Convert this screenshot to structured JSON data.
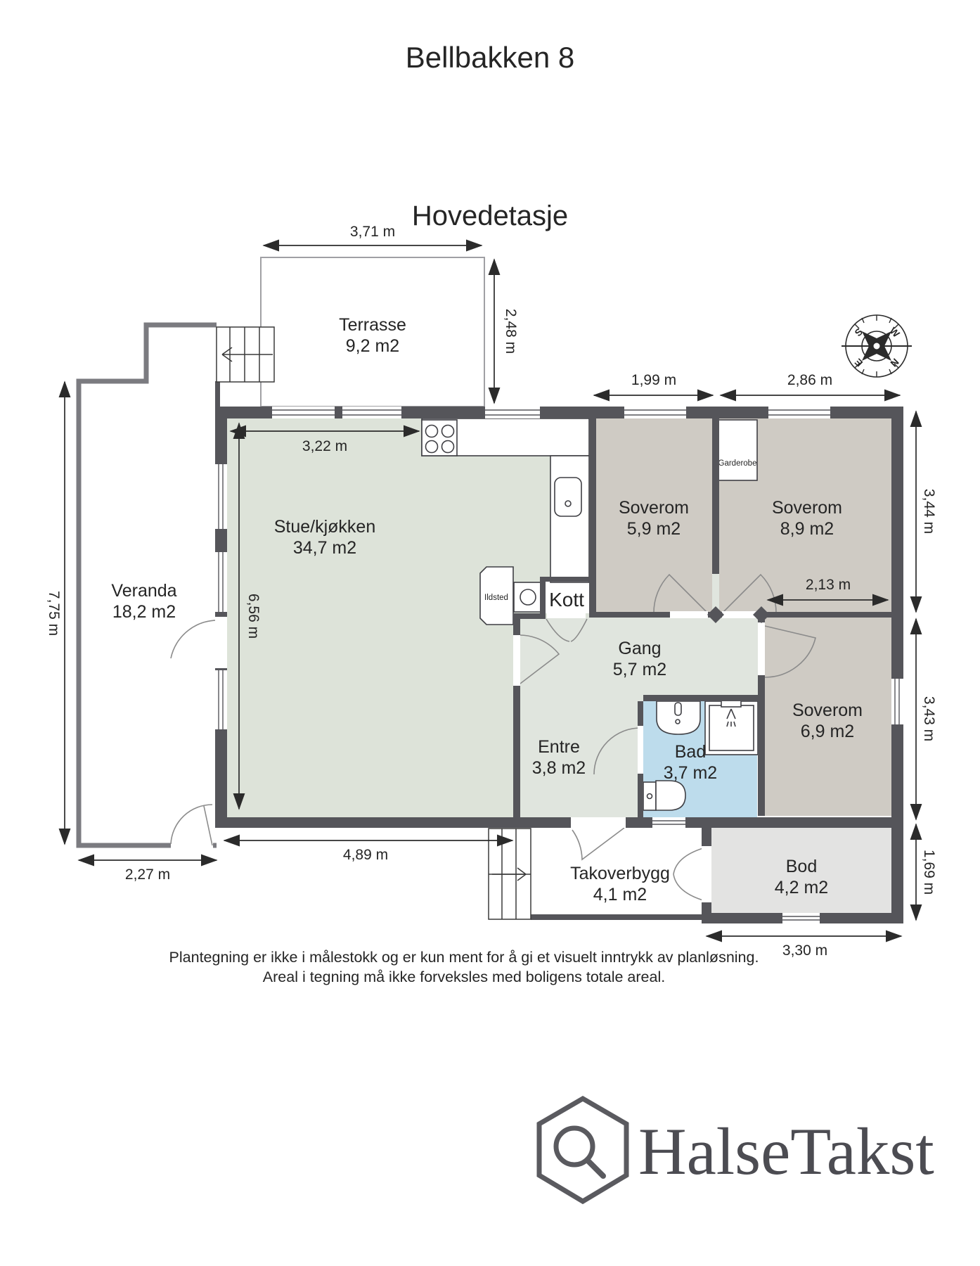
{
  "title": "Bellbakken 8",
  "floor": {
    "name": "Hovedetasje"
  },
  "rooms": [
    {
      "name": "Terrasse",
      "area": "9,2 m2"
    },
    {
      "name": "Veranda",
      "area": "18,2 m2"
    },
    {
      "name": "Stue/kjøkken",
      "area": "34,7 m2"
    },
    {
      "name": "Soverom",
      "area": "5,9 m2"
    },
    {
      "name": "Soverom",
      "area": "8,9 m2"
    },
    {
      "name": "Gang",
      "area": "5,7 m2"
    },
    {
      "name": "Kott",
      "area": ""
    },
    {
      "name": "Entre",
      "area": "3,8 m2"
    },
    {
      "name": "Bad",
      "area": "3,7 m2"
    },
    {
      "name": "Soverom",
      "area": "6,9 m2"
    },
    {
      "name": "Bod",
      "area": "4,2 m2"
    },
    {
      "name": "Takoverbygg",
      "area": "4,1 m2"
    }
  ],
  "fixtures": {
    "fireplace": "Ildsted",
    "wardrobe": "Garderobe"
  },
  "dimensions": {
    "terrace_width": "3,71 m",
    "terrace_depth": "2,48 m",
    "bedroom1_width": "1,99 m",
    "bedroom2_width": "2,86 m",
    "bedroom2_height": "3,44 m",
    "living_width": "3,22 m",
    "living_height": "6,56 m",
    "veranda_height": "7,75 m",
    "bedroom2_inner_width": "2,13 m",
    "bedroom3_height": "3,43 m",
    "living_bottom_width": "4,89 m",
    "veranda_bottom_width": "2,27 m",
    "bod_height": "1,69 m",
    "bod_width": "3,30 m"
  },
  "compass": {
    "s": "S",
    "w": "W",
    "e": "E",
    "n": "N"
  },
  "disclaimer": {
    "line1": "Plantegning er ikke i målestokk og er kun ment for å gi et visuelt inntrykk av planløsning.",
    "line2": "Areal i tegning må ikke forveksles med boligens totale areal."
  },
  "logo": {
    "text": "HalseTakst"
  },
  "colors": {
    "wall": "#55555a",
    "living_floor": "#dde3d9",
    "hall_floor": "#e0e5de",
    "bedroom_floor": "#cfcbc4",
    "bath_floor": "#bddcec",
    "storage_floor": "#e3e3e2"
  }
}
